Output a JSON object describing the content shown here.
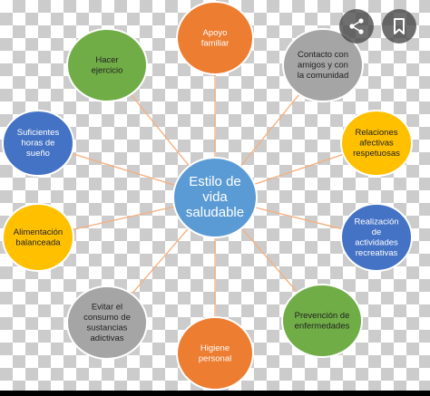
{
  "diagram": {
    "center": {
      "lines": [
        "Estilo de",
        "vida",
        "saludable"
      ],
      "fill": "#5b9bd5",
      "text_color": "#ffffff"
    },
    "connector_color": "#f4b183",
    "nodes": [
      {
        "id": "apoyo-familiar",
        "lines": [
          "Apoyo",
          "familiar"
        ],
        "fill": "#ed7d31",
        "text_color": "#ffffff"
      },
      {
        "id": "contacto-amigos",
        "lines": [
          "Contacto con",
          "amigos y con",
          "la comunidad"
        ],
        "fill": "#a5a5a5",
        "text_color": "#222222"
      },
      {
        "id": "relaciones-afectivas",
        "lines": [
          "Relaciones",
          "afectivas",
          "respetuosas"
        ],
        "fill": "#ffc000",
        "text_color": "#222222"
      },
      {
        "id": "actividades-recreativas",
        "lines": [
          "Realización",
          "de",
          "actividades",
          "recreativas"
        ],
        "fill": "#4472c4",
        "text_color": "#ffffff"
      },
      {
        "id": "prevencion-enfermedades",
        "lines": [
          "Prevención de",
          "enfermedades"
        ],
        "fill": "#70ad47",
        "text_color": "#222222"
      },
      {
        "id": "higiene-personal",
        "lines": [
          "Higiene",
          "personal"
        ],
        "fill": "#ed7d31",
        "text_color": "#ffffff"
      },
      {
        "id": "evitar-consumo",
        "lines": [
          "Evitar el",
          "consumo de",
          "sustancias",
          "adictivas"
        ],
        "fill": "#a5a5a5",
        "text_color": "#222222"
      },
      {
        "id": "alimentacion-balanceada",
        "lines": [
          "Alimentación",
          "balanceada"
        ],
        "fill": "#ffc000",
        "text_color": "#222222"
      },
      {
        "id": "suficientes-horas",
        "lines": [
          "Suficientes",
          "horas de",
          "sueño"
        ],
        "fill": "#4472c4",
        "text_color": "#ffffff"
      },
      {
        "id": "hacer-ejercicio",
        "lines": [
          "Hacer",
          "ejercicio"
        ],
        "fill": "#70ad47",
        "text_color": "#222222"
      }
    ]
  },
  "toolbar": {
    "share_icon": "share-icon",
    "bookmark_icon": "bookmark-icon"
  }
}
